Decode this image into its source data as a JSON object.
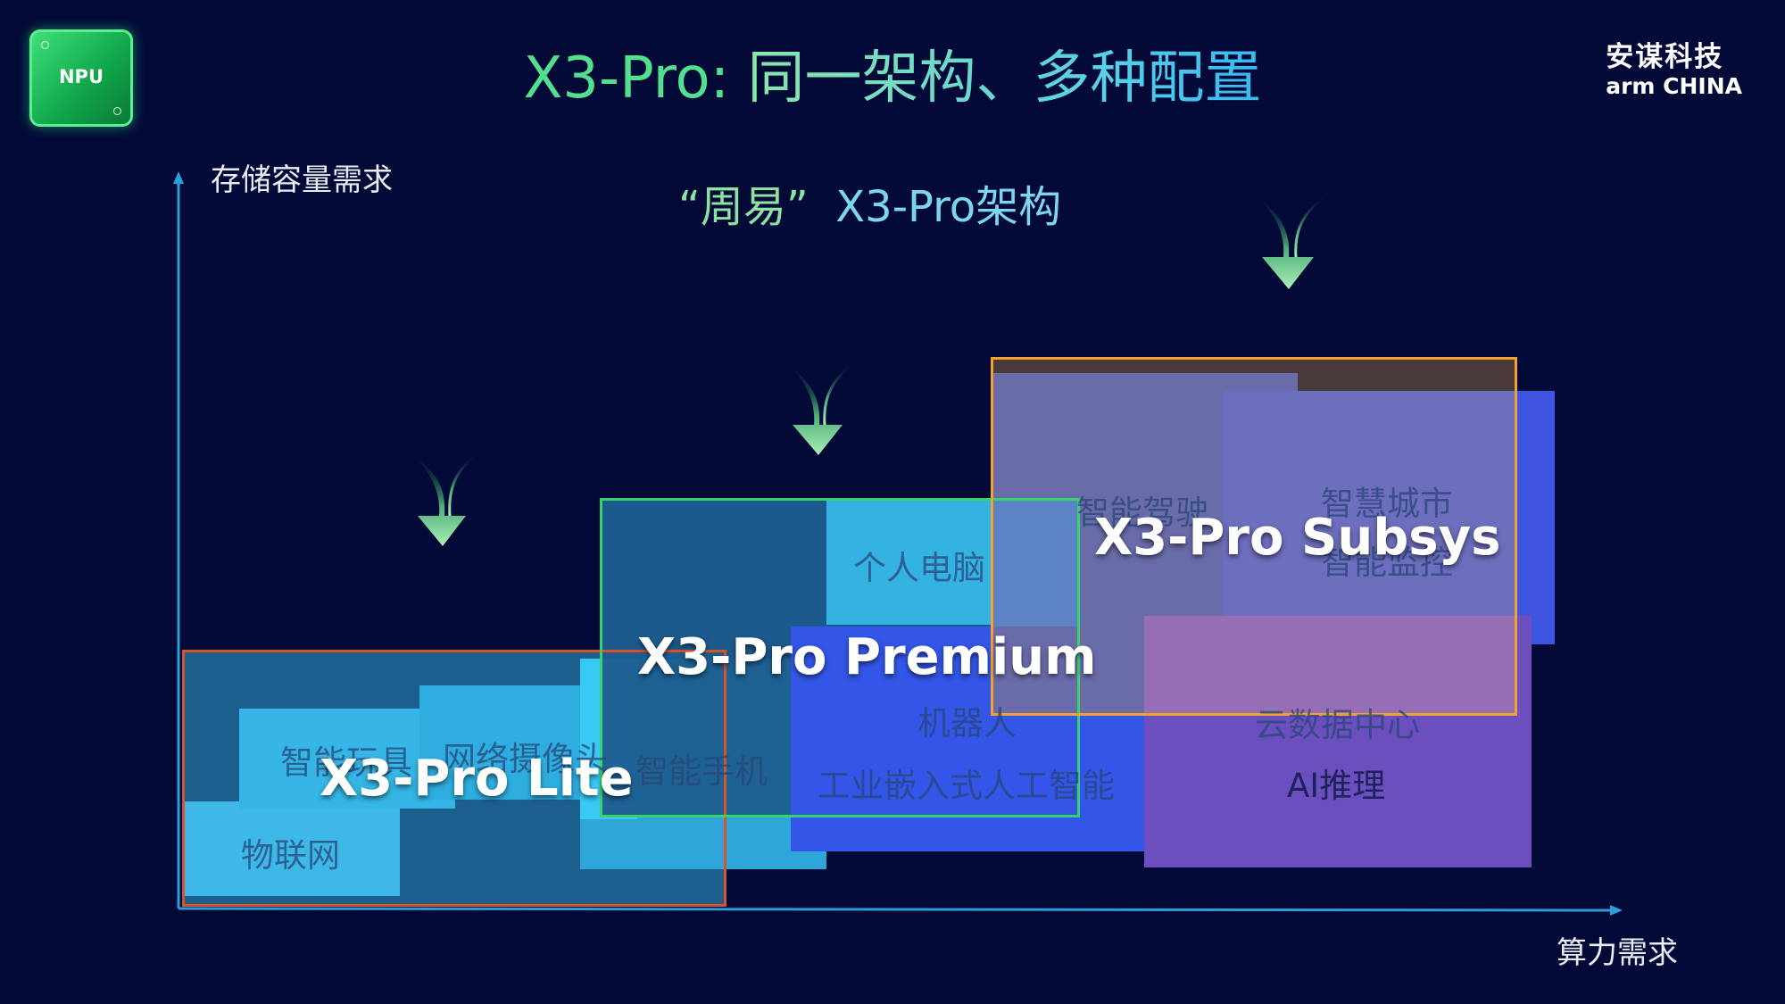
{
  "logo": {
    "chip_label": "NPU",
    "icon": "npu-chip-icon"
  },
  "title": {
    "part1": "X3-Pro: ",
    "part2": "同一架构、多种配置"
  },
  "brand": {
    "line1": "安谋科技",
    "line2": "arm CHINA"
  },
  "subtitle": {
    "quoted": "“周易”",
    "rest": "X3-Pro架构"
  },
  "axes": {
    "y_label": "存储容量需求",
    "x_label": "算力需求"
  },
  "products": {
    "lite": "X3-Pro Lite",
    "premium": "X3-Pro Premium",
    "subsys": "X3-Pro Subsys"
  },
  "applications": {
    "iot": "物联网",
    "smart_toys": "智能玩具",
    "network_camera": "网络摄像头",
    "smartphone": "智能手机",
    "personal_computer": "个人电脑",
    "robot": "机器人",
    "industrial_ai": "工业嵌入式人工智能",
    "autonomous_driving": "智能驾驶",
    "smart_city": "智慧城市",
    "smart_surveillance": "智能监控",
    "cloud_datacenter": "云数据中心",
    "ai_inference": "AI推理"
  },
  "colors": {
    "background": "#030a38",
    "lite_border": "#d9532a",
    "premium_border": "#36d26a",
    "subsys_border": "#f2a22c",
    "axis": "#2a9fd8"
  }
}
